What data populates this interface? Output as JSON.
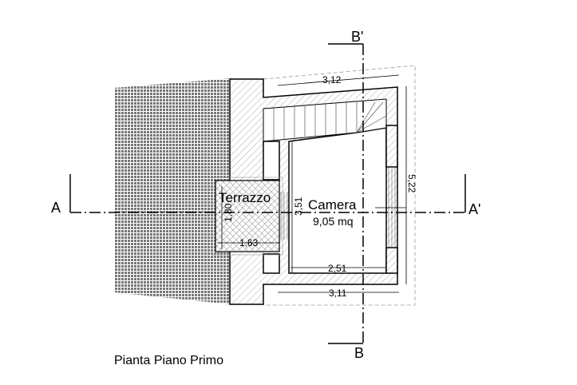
{
  "drawing": {
    "title": "Pianta Piano Primo",
    "sections": {
      "a_left": "A",
      "a_right": "A'",
      "b_top": "B'",
      "b_bottom": "B"
    },
    "rooms": {
      "camera": {
        "name": "Camera",
        "area": "9,05 mq"
      },
      "terrazzo": {
        "name": "Terrazzo"
      }
    },
    "dimensions": {
      "top": "3,12",
      "bottom_outer": "3,11",
      "bottom_inner": "2,51",
      "right": "5,22",
      "room_height": "3,51",
      "terrazzo_height": "1,80",
      "terrazzo_width": "1,63"
    }
  }
}
